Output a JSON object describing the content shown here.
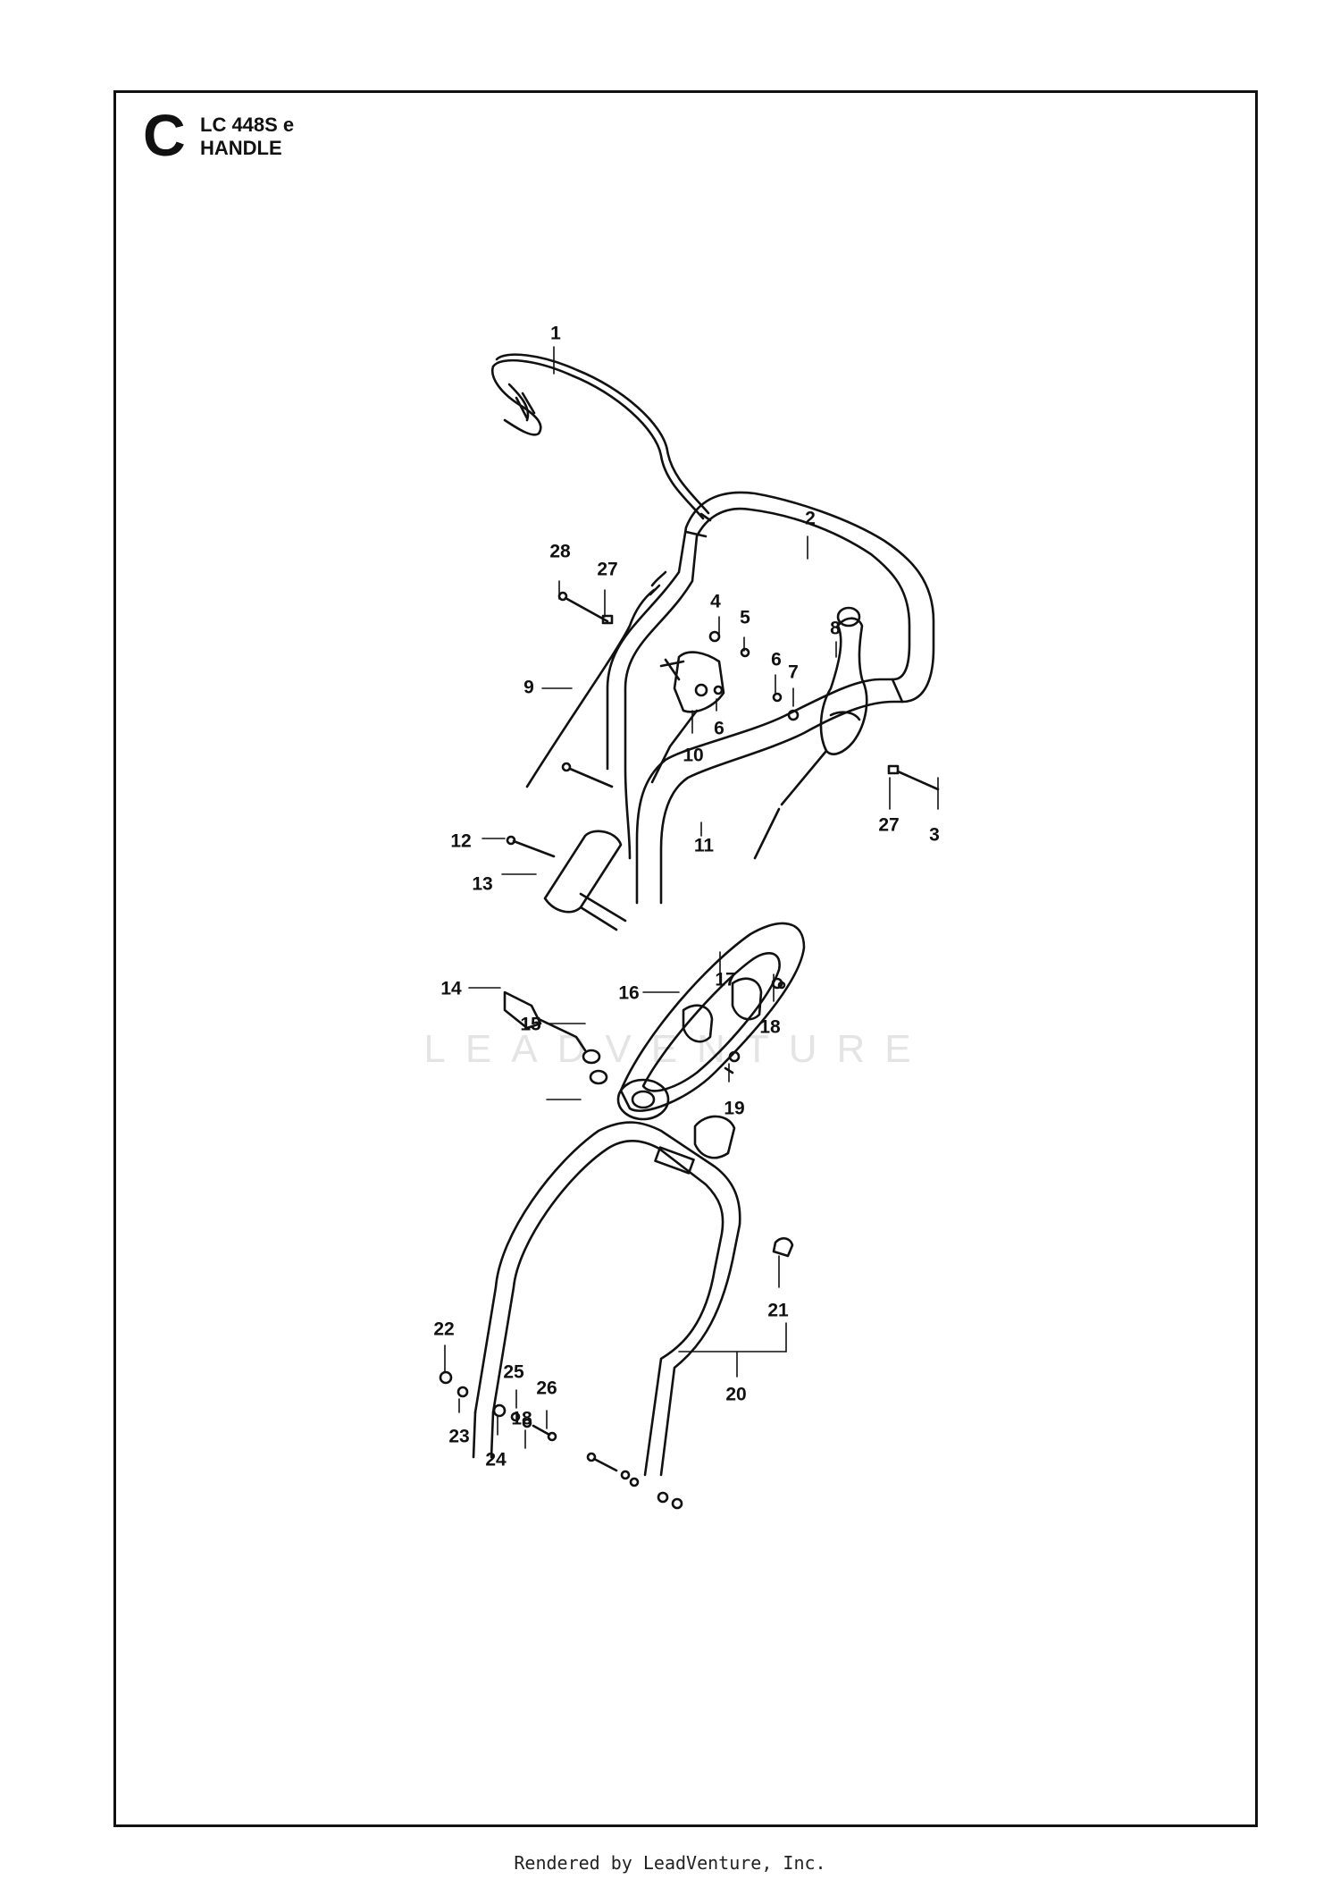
{
  "header": {
    "section_letter": "C",
    "model": "LC 448S e",
    "title": "HANDLE"
  },
  "watermark": "LEADVENTURE",
  "footer": "Rendered by LeadVenture, Inc.",
  "parts": [
    "1",
    "2",
    "3",
    "4",
    "5",
    "6",
    "6",
    "7",
    "8",
    "9",
    "10",
    "11",
    "12",
    "13",
    "14",
    "15",
    "16",
    "17",
    "18",
    "18",
    "19",
    "20",
    "21",
    "22",
    "23",
    "24",
    "25",
    "26",
    "27",
    "27",
    "28"
  ]
}
